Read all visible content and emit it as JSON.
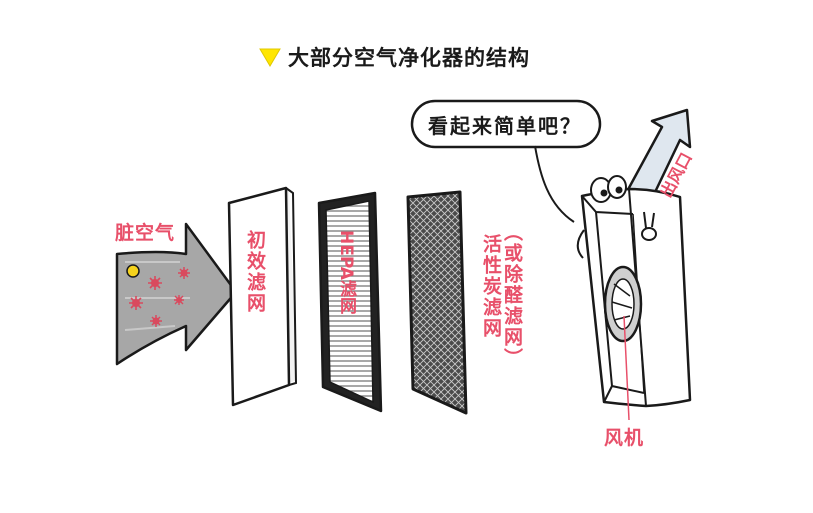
{
  "title": "大部分空气净化器的结构",
  "speech_bubble": "看起来简单吧？",
  "labels": {
    "dirty_air": "脏空气",
    "primary_filter": "初效滤网",
    "hepa_filter": "HEPA滤网",
    "carbon_filter": "活性炭滤网",
    "carbon_alt": "（或除醛滤网）",
    "outlet": "出风口",
    "fan": "风机"
  },
  "colors": {
    "accent": "#e8506a",
    "title_marker": "#ffe600",
    "outline": "#1a1a1a",
    "arrow_fill": "#a7a7a7",
    "outlet_fill": "#dfe7ef"
  }
}
